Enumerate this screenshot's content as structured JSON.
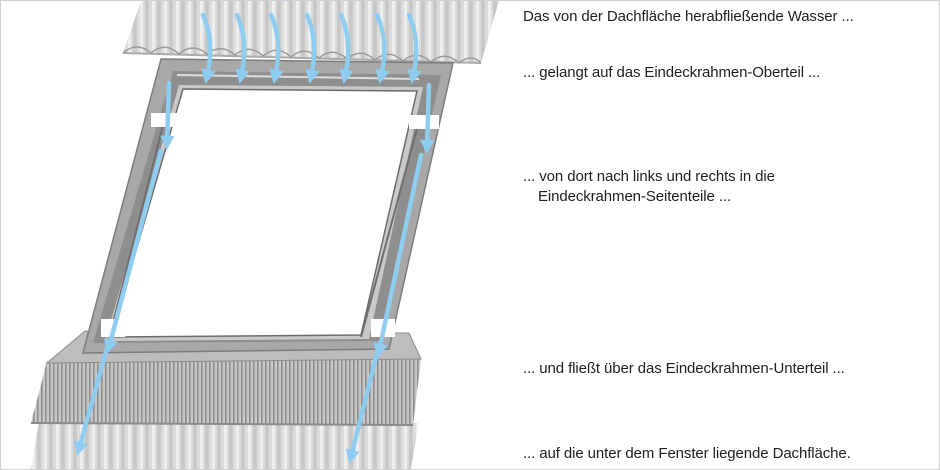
{
  "captions": {
    "step_1": "Das von der Dachfläche herabfließende Wasser ...",
    "step_2": "... gelangt auf das Eindeckrahmen-Oberteil ...",
    "step_3_line_1": "... von dort nach links und rechts in die",
    "step_3_line_2": "Eindeckrahmen-Seitenteile ...",
    "step_4": "... und fließt über das Eindeckrahmen-Unterteil ...",
    "step_5": "... auf die unter dem Fenster liegende Dachfläche."
  },
  "colors": {
    "water_arrow": "#8fcdf0",
    "roof_sheet": "#d9d9d9",
    "flashing": "#a9a9a9",
    "frame_shadow": "#7d7d7d",
    "text": "#1e1e1e"
  }
}
